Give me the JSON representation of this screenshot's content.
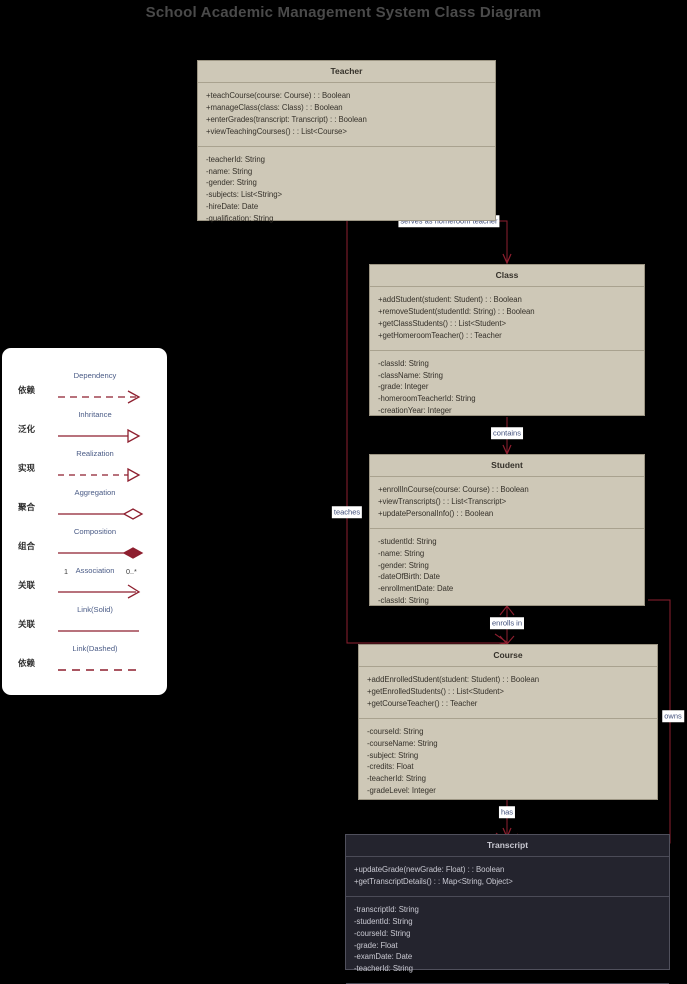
{
  "title": "School Academic Management System Class Diagram",
  "theme": {
    "background": "#000000",
    "class_fill": "#cec8b7",
    "class_border": "#9d9684",
    "class_text": "#35312a",
    "dark_class_fill": "#24242e",
    "dark_class_border": "#50505c",
    "dark_class_text": "#c9c9d2",
    "edge_color": "#8e1f2f",
    "edge_label_text": "#3f4d7a",
    "edge_label_bg": "#ffffff",
    "title_color": "#4a4a4a",
    "legend_bg": "#ffffff"
  },
  "classes": [
    {
      "name": "Teacher",
      "methods": [
        "+teachCourse(course: Course) : : Boolean",
        "+manageClass(class: Class) : : Boolean",
        "+enterGrades(transcript: Transcript) : : Boolean",
        "+viewTeachingCourses() : : List<Course>"
      ],
      "attributes": [
        "-teacherId: String",
        "-name: String",
        "-gender: String",
        "-subjects: List<String>",
        "-hireDate: Date",
        "-qualification: String"
      ]
    },
    {
      "name": "Class",
      "methods": [
        "+addStudent(student: Student) : : Boolean",
        "+removeStudent(studentId: String) : : Boolean",
        "+getClassStudents() : : List<Student>",
        "+getHomeroomTeacher() : : Teacher"
      ],
      "attributes": [
        "-classId: String",
        "-className: String",
        "-grade: Integer",
        "-homeroomTeacherId: String",
        "-creationYear: Integer"
      ]
    },
    {
      "name": "Student",
      "methods": [
        "+enrollInCourse(course: Course) : : Boolean",
        "+viewTranscripts() : : List<Transcript>",
        "+updatePersonalInfo() : : Boolean"
      ],
      "attributes": [
        "-studentId: String",
        "-name: String",
        "-gender: String",
        "-dateOfBirth: Date",
        "-enrollmentDate: Date",
        "-classId: String"
      ]
    },
    {
      "name": "Course",
      "methods": [
        "+addEnrolledStudent(student: Student) : : Boolean",
        "+getEnrolledStudents() : : List<Student>",
        "+getCourseTeacher() : : Teacher"
      ],
      "attributes": [
        "-courseId: String",
        "-courseName: String",
        "-subject: String",
        "-credits: Float",
        "-teacherId: String",
        "-gradeLevel: Integer"
      ]
    },
    {
      "name": "Transcript",
      "methods": [
        "+updateGrade(newGrade: Float) : : Boolean",
        "+getTranscriptDetails() : : Map<String, Object>"
      ],
      "attributes": [
        "-transcriptId: String",
        "-studentId: String",
        "-courseId: String",
        "-grade: Float",
        "-examDate: Date",
        "-teacherId: String"
      ]
    }
  ],
  "relationships": [
    {
      "label": "serves as homeroom teacher",
      "from": "Teacher",
      "to": "Class"
    },
    {
      "label": "contains",
      "from": "Class",
      "to": "Student"
    },
    {
      "label": "teaches",
      "from": "Teacher",
      "to": "Course"
    },
    {
      "label": "enrolls in",
      "from": "Student",
      "to": "Course"
    },
    {
      "label": "owns",
      "from": "Student",
      "to": "Transcript"
    },
    {
      "label": "has",
      "from": "Course",
      "to": "Transcript"
    }
  ],
  "legend": {
    "items": [
      {
        "cn": "依赖",
        "en": "Dependency",
        "style": "dashed",
        "arrow": "open",
        "mult_left": "",
        "mult_right": ""
      },
      {
        "cn": "泛化",
        "en": "Inhritance",
        "style": "solid",
        "arrow": "hollow-triangle",
        "mult_left": "",
        "mult_right": ""
      },
      {
        "cn": "实现",
        "en": "Realization",
        "style": "dashed",
        "arrow": "hollow-triangle",
        "mult_left": "",
        "mult_right": ""
      },
      {
        "cn": "聚合",
        "en": "Aggregation",
        "style": "solid",
        "arrow": "hollow-diamond",
        "mult_left": "",
        "mult_right": ""
      },
      {
        "cn": "组合",
        "en": "Composition",
        "style": "solid",
        "arrow": "filled-diamond",
        "mult_left": "",
        "mult_right": ""
      },
      {
        "cn": "关联",
        "en": "Association",
        "style": "solid",
        "arrow": "open",
        "mult_left": "1",
        "mult_right": "0..*"
      },
      {
        "cn": "关联",
        "en": "Link(Solid)",
        "style": "solid",
        "arrow": "none",
        "mult_left": "",
        "mult_right": ""
      },
      {
        "cn": "依赖",
        "en": "Link(Dashed)",
        "style": "dashed",
        "arrow": "none",
        "mult_left": "",
        "mult_right": ""
      }
    ]
  }
}
